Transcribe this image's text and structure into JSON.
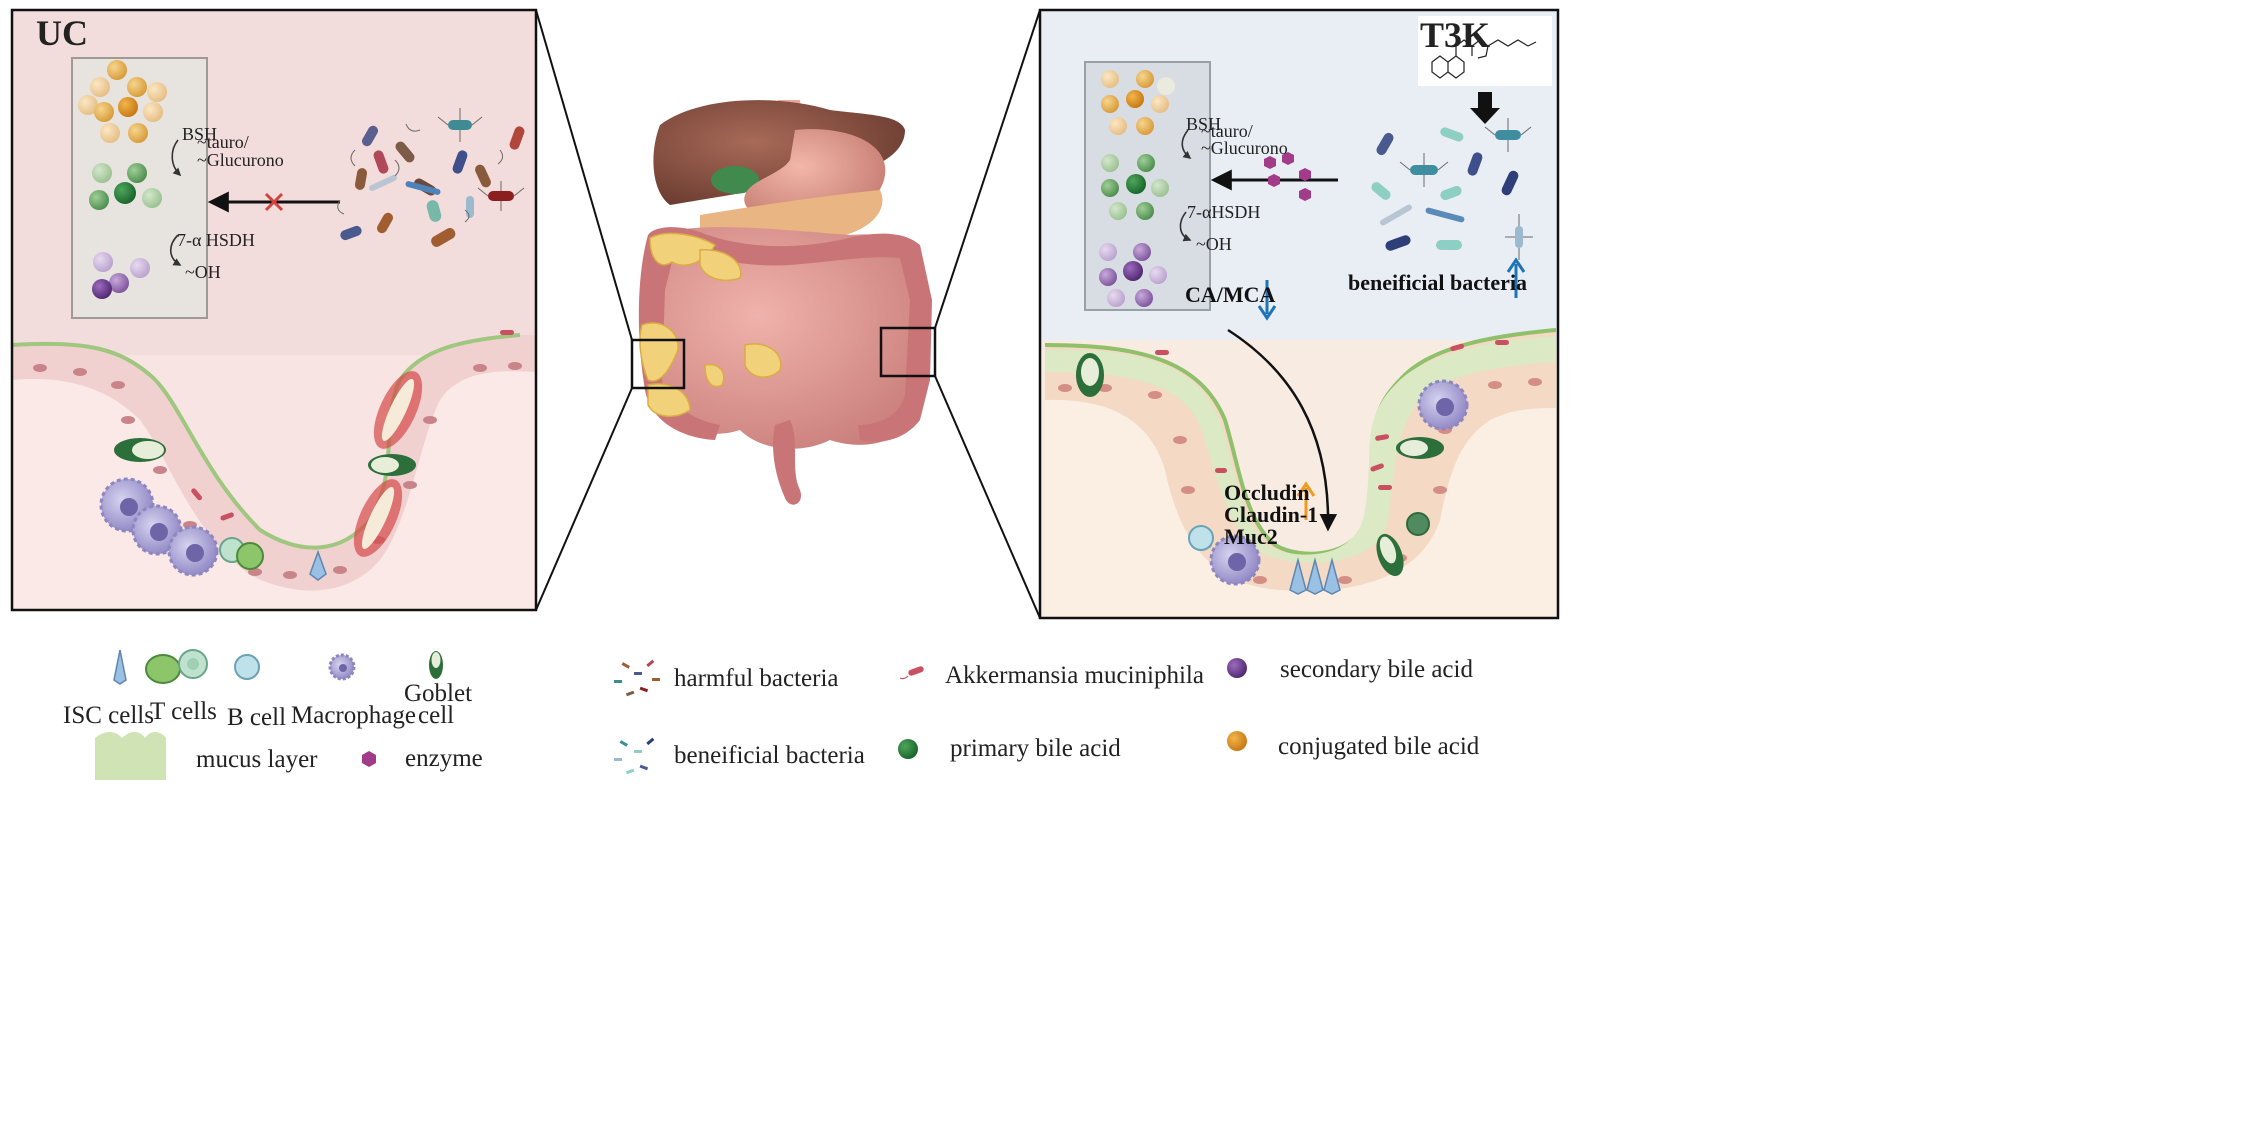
{
  "left_panel": {
    "label": "UC",
    "pathway": {
      "bsh_label": "BSH",
      "deconj_label_1": "~tauro/",
      "deconj_label_2": "~Glucurono",
      "hsdh_label": "7-α HSDH",
      "oh_label": "~OH"
    }
  },
  "right_panel": {
    "label": "T3K",
    "pathway": {
      "bsh_label": "BSH",
      "deconj_label_1": "~tauro/",
      "deconj_label_2": "~Glucurono",
      "hsdh_label": "7-αHSDH",
      "oh_label": "~OH"
    },
    "ca_mca_label": "CA/MCA",
    "beneficial_label": "beneificial  bacteria",
    "proteins": [
      "Occludin",
      "Claudin-1",
      "Muc2"
    ]
  },
  "legend": {
    "isc": "ISC cells",
    "tcells": "T cells",
    "bcell": "B cell",
    "macrophage": "Macrophage",
    "goblet_1": "Goblet",
    "goblet_2": "cell",
    "mucus": "mucus layer",
    "enzyme": "enzyme",
    "harmful": "harmful bacteria",
    "beneficial": "beneificial  bacteria",
    "akkermansia": "Akkermansia muciniphila",
    "primary": "primary bile acid",
    "secondary": "secondary bile acid",
    "conjugated": "conjugated bile acid"
  },
  "colors": {
    "left_bg": "#f3dcdc",
    "right_bg": "#e9eef5",
    "mucus": "#cfe3b4",
    "primary": "#3f8a48",
    "secondary": "#6a3f86",
    "conjugated": "#d8901c",
    "enzyme": "#a23b88",
    "down_arrow": "#1e74b8",
    "up_arrow": "#ef9b1f"
  }
}
